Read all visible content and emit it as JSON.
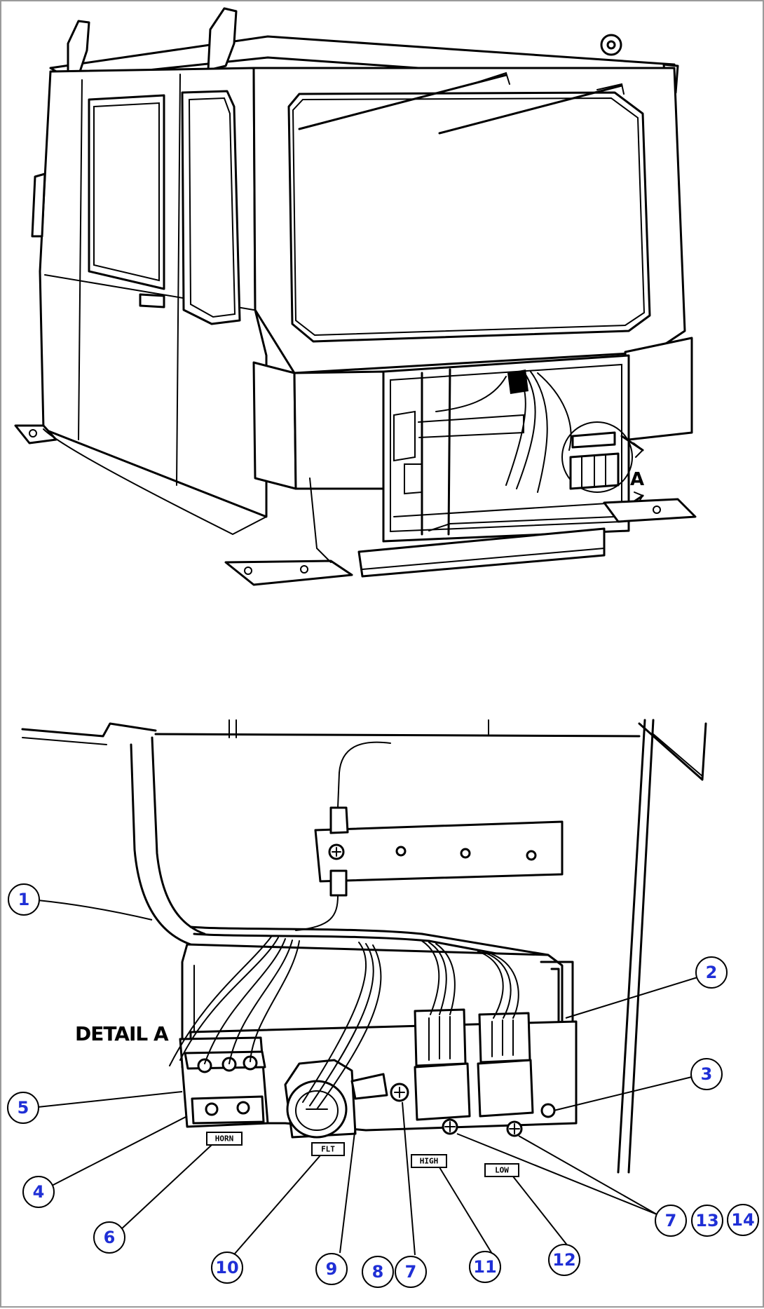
{
  "detail_label": "DETAIL A",
  "view_letter": "A",
  "callouts": [
    {
      "id": "c1",
      "label": "1"
    },
    {
      "id": "c2",
      "label": "2"
    },
    {
      "id": "c3",
      "label": "3"
    },
    {
      "id": "c4",
      "label": "4"
    },
    {
      "id": "c5",
      "label": "5"
    },
    {
      "id": "c6",
      "label": "6"
    },
    {
      "id": "c7a",
      "label": "7"
    },
    {
      "id": "c13",
      "label": "13"
    },
    {
      "id": "c14",
      "label": "14"
    },
    {
      "id": "c10",
      "label": "10"
    },
    {
      "id": "c9",
      "label": "9"
    },
    {
      "id": "c8",
      "label": "8"
    },
    {
      "id": "c7b",
      "label": "7"
    },
    {
      "id": "c11",
      "label": "11"
    },
    {
      "id": "c12",
      "label": "12"
    }
  ],
  "tags": [
    {
      "id": "t1",
      "label": "HORN"
    },
    {
      "id": "t2",
      "label": "FLT"
    },
    {
      "id": "t3",
      "label": "HIGH"
    },
    {
      "id": "t4",
      "label": "LOW"
    }
  ]
}
